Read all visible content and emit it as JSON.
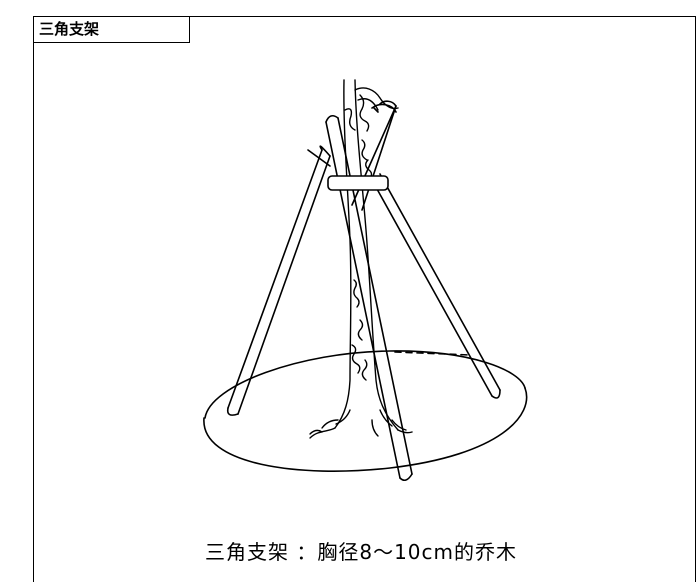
{
  "panel": {
    "tab_label": "三角支架"
  },
  "figure": {
    "caption": "三角支架 ：胸径8～10cm的乔木",
    "icon": "tripod-stake-tree-support"
  },
  "colors": {
    "line": "#000000",
    "background": "#ffffff"
  }
}
